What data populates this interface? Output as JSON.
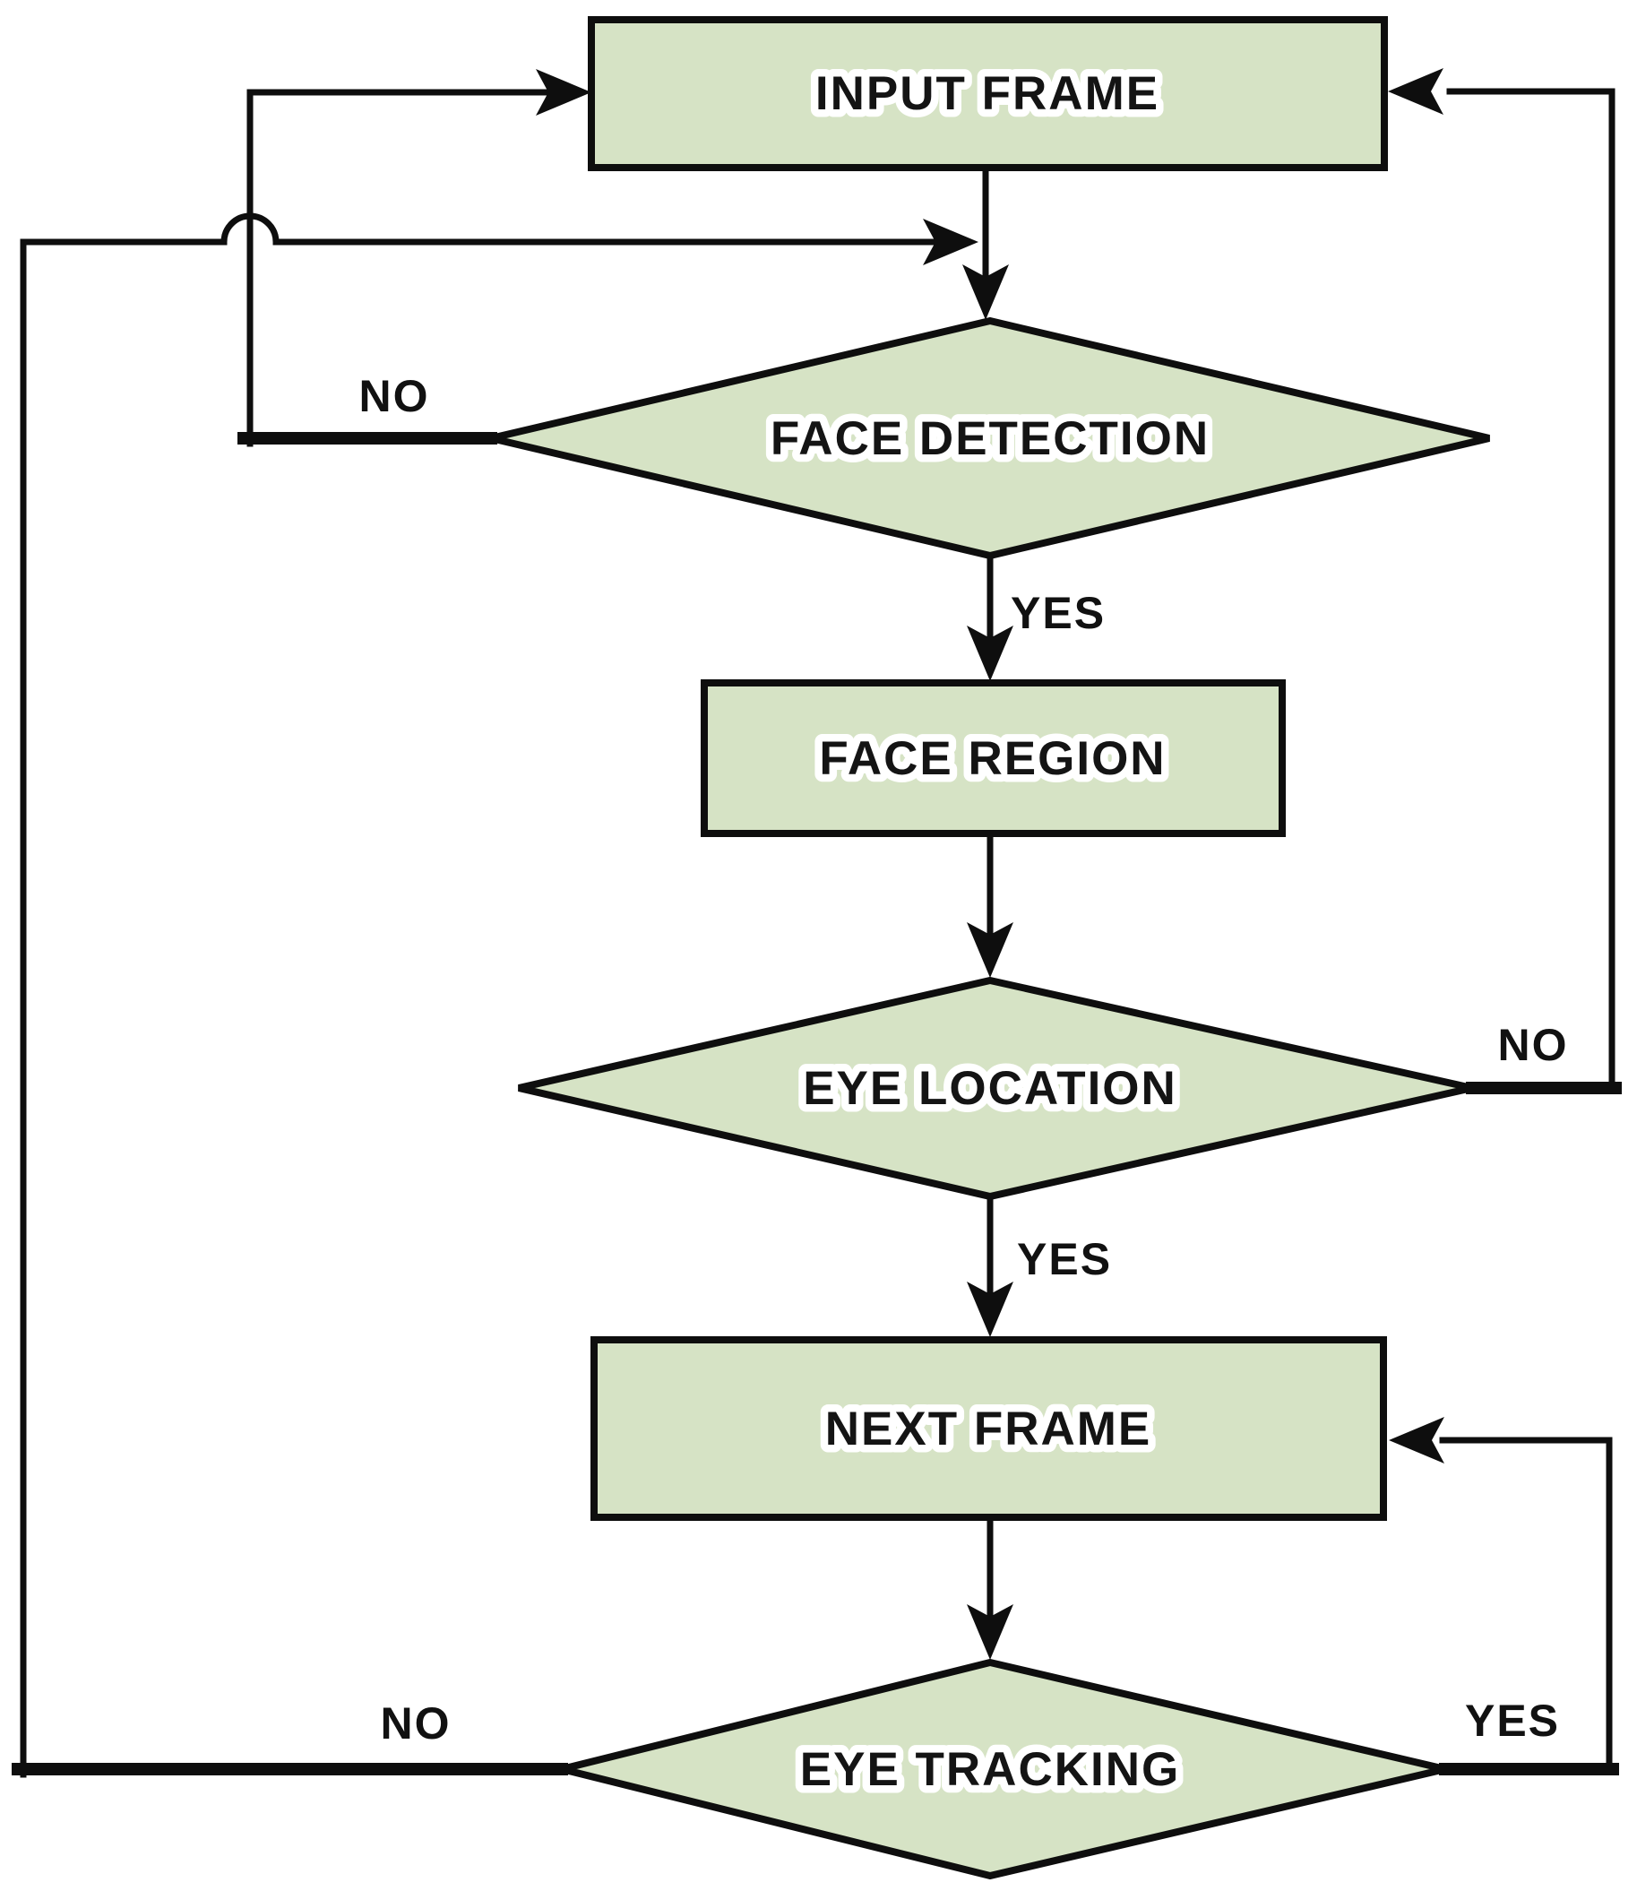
{
  "flowchart": {
    "colors": {
      "background": "#ffffff",
      "node_fill": "#d6e3c5",
      "node_stroke": "#0e0e0e",
      "line": "#0e0e0e",
      "label_text": "#141414",
      "label_halo": "#ffffff"
    },
    "nodes": [
      {
        "id": "input-frame",
        "shape": "rectangle",
        "label": "INPUT FRAME"
      },
      {
        "id": "face-detection",
        "shape": "diamond",
        "label": "FACE DETECTION"
      },
      {
        "id": "face-region",
        "shape": "rectangle",
        "label": "FACE REGION"
      },
      {
        "id": "eye-location",
        "shape": "diamond",
        "label": "EYE LOCATION"
      },
      {
        "id": "next-frame",
        "shape": "rectangle",
        "label": "NEXT FRAME"
      },
      {
        "id": "eye-tracking",
        "shape": "diamond",
        "label": "EYE TRACKING"
      }
    ],
    "branch_labels": {
      "face_detection_no": "NO",
      "face_detection_yes": "YES",
      "eye_location_no": "NO",
      "eye_location_yes": "YES",
      "eye_tracking_no": "NO",
      "eye_tracking_yes": "YES"
    }
  }
}
